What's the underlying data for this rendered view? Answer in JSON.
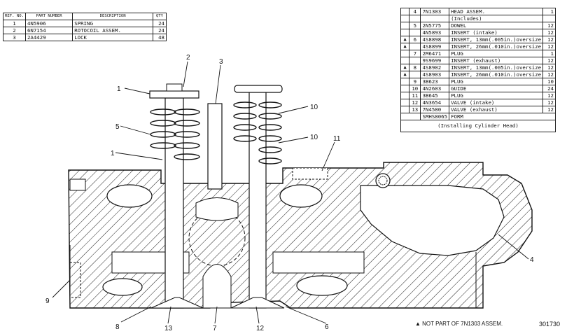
{
  "small_table": {
    "headers": {
      "ref": "REF. NO.",
      "part": "PART NUMBER",
      "desc": "DESCRIPTION",
      "qty": "QTY"
    },
    "rows": [
      {
        "ref": "1",
        "mark": "",
        "part": "4N5906",
        "desc": "SPRING",
        "qty": "24"
      },
      {
        "ref": "2",
        "mark": "",
        "part": "6N7154",
        "desc": "ROTOCOIL ASSEM.",
        "qty": "24"
      },
      {
        "ref": "3",
        "mark": "",
        "part": "2A4429",
        "desc": "LOCK",
        "qty": "48"
      }
    ]
  },
  "parts_table": {
    "rows": [
      {
        "ref": "4",
        "mark": "",
        "part": "7N1303",
        "desc": "HEAD ASSEM.",
        "qty": "1"
      },
      {
        "ref": "",
        "mark": "",
        "part": "",
        "desc": "(Includes)",
        "qty": ""
      },
      {
        "ref": "5",
        "mark": "",
        "part": "2N5775",
        "desc": "DOWEL",
        "qty": "12"
      },
      {
        "ref": "",
        "mark": "",
        "part": "4N5893",
        "desc": "INSERT (intake)",
        "qty": "12"
      },
      {
        "ref": "6",
        "mark": "▲",
        "part": "4S8898",
        "desc": "INSERT, 13mm(.005in.)oversize",
        "qty": "12"
      },
      {
        "ref": "",
        "mark": "▲",
        "part": "4S8899",
        "desc": "INSERT, 26mm(.010in.)oversize",
        "qty": "12"
      },
      {
        "ref": "7",
        "mark": "",
        "part": "2M6471",
        "desc": "PLUG",
        "qty": "1"
      },
      {
        "ref": "",
        "mark": "",
        "part": "9S9699",
        "desc": "INSERT (exhaust)",
        "qty": "12"
      },
      {
        "ref": "8",
        "mark": "▲",
        "part": "4S8902",
        "desc": "INSERT, 13mm(.005in.)oversize",
        "qty": "12"
      },
      {
        "ref": "",
        "mark": "▲",
        "part": "4S8903",
        "desc": "INSERT, 26mm(.010in.)oversize",
        "qty": "12"
      },
      {
        "ref": "9",
        "mark": "",
        "part": "3B623",
        "desc": "PLUG",
        "qty": "10"
      },
      {
        "ref": "10",
        "mark": "",
        "part": "4N2603",
        "desc": "GUIDE",
        "qty": "24"
      },
      {
        "ref": "11",
        "mark": "",
        "part": "3B645",
        "desc": "PLUG",
        "qty": "12"
      },
      {
        "ref": "12",
        "mark": "",
        "part": "4N3654",
        "desc": "VALVE (intake)",
        "qty": "12"
      },
      {
        "ref": "13",
        "mark": "",
        "part": "7N4580",
        "desc": "VALVE (exhaust)",
        "qty": "12"
      }
    ],
    "form_part": "SMHS8065",
    "form_desc": "FORM",
    "note": "(Installing Cylinder Head)"
  },
  "callouts": [
    "1",
    "2",
    "3",
    "5",
    "1",
    "10",
    "10",
    "11",
    "4",
    "9",
    "8",
    "13",
    "7",
    "12",
    "6"
  ],
  "footnote": "▲ NOT PART OF 7N1303 ASSEM.",
  "drawing_number": "301730"
}
